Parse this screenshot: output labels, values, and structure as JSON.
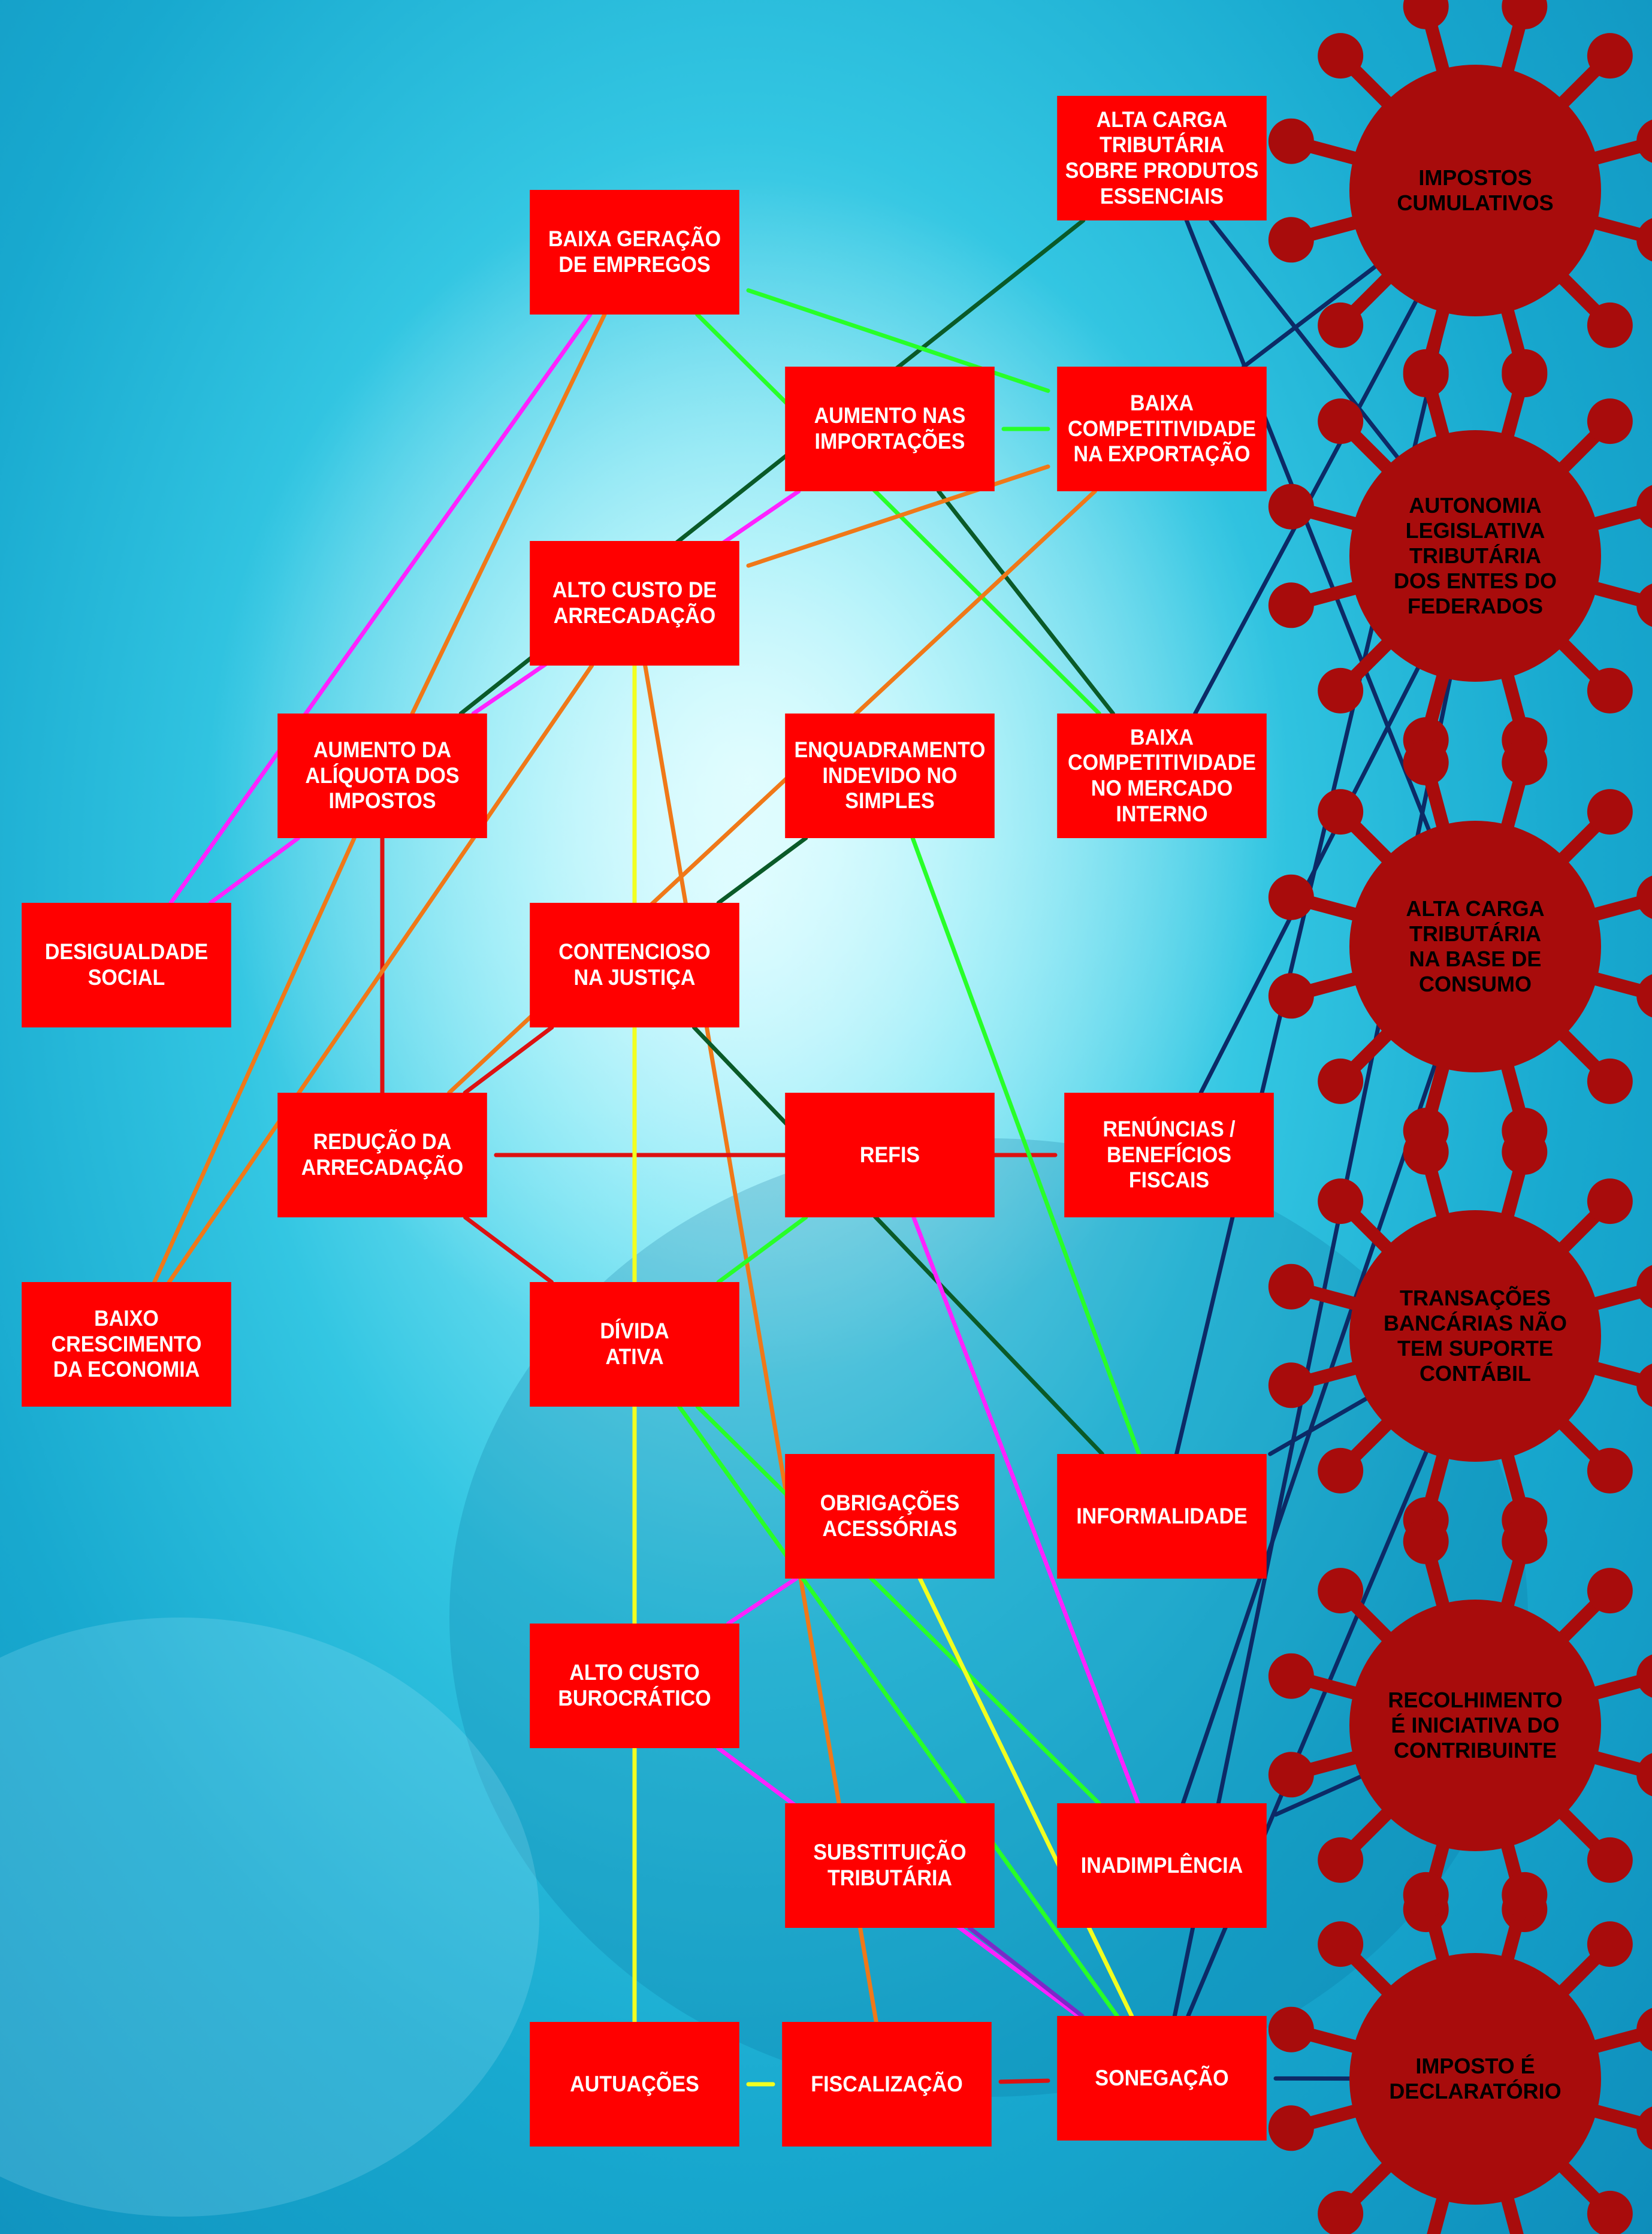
{
  "colors": {
    "box": "#ff0000",
    "virus": "#a80c0c",
    "text": "#ffffff",
    "magenta": "#ff22ff",
    "orange": "#f07818",
    "darkgreen": "#0a5a28",
    "lime": "#28ff28",
    "red": "#dd1111",
    "yellow": "#f2ff20",
    "purple": "#7a2ac8",
    "navy": "#0c2a66"
  },
  "boxes": [
    {
      "id": "alta-carga-essenciais",
      "label": "ALTA CARGA\nTRIBUTÁRIA\nSOBRE PRODUTOS\nESSENCIAIS"
    },
    {
      "id": "baixa-geracao-empregos",
      "label": "BAIXA GERAÇÃO\nDE EMPREGOS"
    },
    {
      "id": "aumento-importacoes",
      "label": "AUMENTO NAS\nIMPORTAÇÕES"
    },
    {
      "id": "baixa-competitividade-exportacao",
      "label": "BAIXA\nCOMPETITIVIDADE\nNA EXPORTAÇÃO"
    },
    {
      "id": "alto-custo-arrecadacao",
      "label": "ALTO CUSTO DE\nARRECADAÇÃO"
    },
    {
      "id": "aumento-aliquota",
      "label": "AUMENTO DA\nALÍQUOTA DOS\nIMPOSTOS"
    },
    {
      "id": "enquadramento-simples",
      "label": "ENQUADRAMENTO\nINDEVIDO NO\nSIMPLES"
    },
    {
      "id": "baixa-competitividade-interno",
      "label": "BAIXA\nCOMPETITIVIDADE\nNO MERCADO\nINTERNO"
    },
    {
      "id": "desigualdade-social",
      "label": "DESIGUALDADE\nSOCIAL"
    },
    {
      "id": "contencioso-justica",
      "label": "CONTENCIOSO\nNA JUSTIÇA"
    },
    {
      "id": "reducao-arrecadacao",
      "label": "REDUÇÃO DA\nARRECADAÇÃO"
    },
    {
      "id": "refis",
      "label": "REFIS"
    },
    {
      "id": "renuncias-beneficios",
      "label": "RENÚNCIAS /\nBENEFÍCIOS\nFISCAIS"
    },
    {
      "id": "baixo-crescimento",
      "label": "BAIXO\nCRESCIMENTO\nDA ECONOMIA"
    },
    {
      "id": "divida-ativa",
      "label": "DÍVIDA\nATIVA"
    },
    {
      "id": "obrigacoes-acessorias",
      "label": "OBRIGAÇÕES\nACESSÓRIAS"
    },
    {
      "id": "informalidade",
      "label": "INFORMALIDADE"
    },
    {
      "id": "alto-custo-burocratico",
      "label": "ALTO CUSTO\nBUROCRÁTICO"
    },
    {
      "id": "substituicao-tributaria",
      "label": "SUBSTITUIÇÃO\nTRIBUTÁRIA"
    },
    {
      "id": "inadimplencia",
      "label": "INADIMPLÊNCIA"
    },
    {
      "id": "autuacoes",
      "label": "AUTUAÇÕES"
    },
    {
      "id": "fiscalizacao",
      "label": "FISCALIZAÇÃO"
    },
    {
      "id": "sonegacao",
      "label": "SONEGAÇÃO"
    }
  ],
  "viruses": [
    {
      "id": "impostos-cumulativos",
      "label": "IMPOSTOS\nCUMULATIVOS"
    },
    {
      "id": "autonomia-legislativa",
      "label": "AUTONOMIA\nLEGISLATIVA\nTRIBUTÁRIA\nDOS ENTES DO\nFEDERADOS"
    },
    {
      "id": "alta-carga-consumo",
      "label": "ALTA CARGA\nTRIBUTÁRIA\nNA BASE DE\nCONSUMO"
    },
    {
      "id": "transacoes-bancarias",
      "label": "TRANSAÇÕES\nBANCÁRIAS NÃO\nTEM SUPORTE\nCONTÁBIL"
    },
    {
      "id": "recolhimento-iniciativa",
      "label": "RECOLHIMENTO\nÉ INICIATIVA DO\nCONTRIBUINTE"
    },
    {
      "id": "imposto-declaratorio",
      "label": "IMPOSTO É\nDECLARATÓRIO"
    }
  ],
  "connections": [
    {
      "from": "desigualdade-social",
      "to": "baixa-geracao-empregos",
      "color": "magenta"
    },
    {
      "from": "desigualdade-social",
      "to": "aumento-aliquota",
      "color": "magenta"
    },
    {
      "from": "aumento-aliquota",
      "to": "baixa-geracao-empregos",
      "color": "orange"
    },
    {
      "from": "aumento-aliquota",
      "to": "aumento-importacoes",
      "color": "magenta"
    },
    {
      "from": "aumento-aliquota",
      "to": "alta-carga-essenciais",
      "color": "darkgreen"
    },
    {
      "from": "aumento-aliquota",
      "to": "reducao-arrecadacao",
      "color": "red"
    },
    {
      "from": "baixo-crescimento",
      "to": "aumento-aliquota",
      "color": "orange"
    },
    {
      "from": "baixo-crescimento",
      "to": "alto-custo-arrecadacao",
      "color": "orange"
    },
    {
      "from": "baixa-geracao-empregos",
      "to": "baixa-competitividade-exportacao",
      "color": "lime"
    },
    {
      "from": "baixa-geracao-empregos",
      "to": "baixa-competitividade-interno",
      "color": "lime"
    },
    {
      "from": "aumento-importacoes",
      "to": "baixa-competitividade-exportacao",
      "color": "lime"
    },
    {
      "from": "aumento-importacoes",
      "to": "baixa-competitividade-interno",
      "color": "darkgreen"
    },
    {
      "from": "alto-custo-arrecadacao",
      "to": "baixa-competitividade-exportacao",
      "color": "orange"
    },
    {
      "from": "alto-custo-arrecadacao",
      "to": "fiscalizacao",
      "color": "orange"
    },
    {
      "from": "alto-custo-arrecadacao",
      "to": "autuacoes",
      "color": "yellow"
    },
    {
      "from": "reducao-arrecadacao",
      "to": "baixa-competitividade-exportacao",
      "color": "orange"
    },
    {
      "from": "reducao-arrecadacao",
      "to": "refis",
      "color": "red"
    },
    {
      "from": "reducao-arrecadacao",
      "to": "renuncias-beneficios",
      "color": "red"
    },
    {
      "from": "reducao-arrecadacao",
      "to": "divida-ativa",
      "color": "red"
    },
    {
      "from": "reducao-arrecadacao",
      "to": "contencioso-justica",
      "color": "red"
    },
    {
      "from": "contencioso-justica",
      "to": "enquadramento-simples",
      "color": "darkgreen"
    },
    {
      "from": "contencioso-justica",
      "to": "informalidade",
      "color": "darkgreen"
    },
    {
      "from": "contencioso-justica",
      "to": "divida-ativa",
      "color": "darkgreen"
    },
    {
      "from": "contencioso-justica",
      "to": "autuacoes",
      "color": "yellow"
    },
    {
      "from": "enquadramento-simples",
      "to": "informalidade",
      "color": "lime"
    },
    {
      "from": "divida-ativa",
      "to": "refis",
      "color": "lime"
    },
    {
      "from": "divida-ativa",
      "to": "inadimplencia",
      "color": "lime"
    },
    {
      "from": "divida-ativa",
      "to": "sonegacao",
      "color": "lime"
    },
    {
      "from": "refis",
      "to": "inadimplencia",
      "color": "magenta"
    },
    {
      "from": "obrigacoes-acessorias",
      "to": "sonegacao",
      "color": "yellow"
    },
    {
      "from": "alto-custo-burocratico",
      "to": "obrigacoes-acessorias",
      "color": "magenta"
    },
    {
      "from": "alto-custo-burocratico",
      "to": "sonegacao",
      "color": "magenta"
    },
    {
      "from": "substituicao-tributaria",
      "to": "sonegacao",
      "color": "purple"
    },
    {
      "from": "autuacoes",
      "to": "fiscalizacao",
      "color": "yellow"
    },
    {
      "from": "fiscalizacao",
      "to": "sonegacao",
      "color": "red"
    },
    {
      "from": "alta-carga-essenciais",
      "to": "autonomia-legislativa",
      "color": "navy"
    },
    {
      "from": "alta-carga-essenciais",
      "to": "alta-carga-consumo",
      "color": "navy"
    },
    {
      "from": "baixa-competitividade-exportacao",
      "to": "impostos-cumulativos",
      "color": "navy"
    },
    {
      "from": "baixa-competitividade-interno",
      "to": "impostos-cumulativos",
      "color": "navy"
    },
    {
      "from": "renuncias-beneficios",
      "to": "autonomia-legislativa",
      "color": "navy"
    },
    {
      "from": "informalidade",
      "to": "impostos-cumulativos",
      "color": "navy"
    },
    {
      "from": "informalidade",
      "to": "transacoes-bancarias",
      "color": "navy"
    },
    {
      "from": "inadimplencia",
      "to": "recolhimento-iniciativa",
      "color": "navy"
    },
    {
      "from": "inadimplencia",
      "to": "alta-carga-consumo",
      "color": "navy"
    },
    {
      "from": "sonegacao",
      "to": "imposto-declaratorio",
      "color": "navy"
    },
    {
      "from": "sonegacao",
      "to": "transacoes-bancarias",
      "color": "navy"
    },
    {
      "from": "sonegacao",
      "to": "autonomia-legislativa",
      "color": "navy"
    }
  ]
}
